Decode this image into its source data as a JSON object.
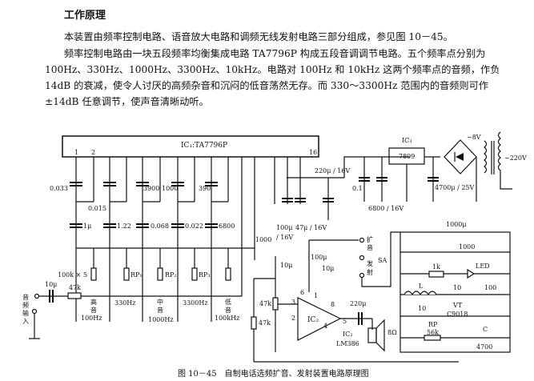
{
  "section_heading": "工作原理",
  "paragraphs": [
    "本装置由频率控制电路、语音放大电路和调频无线发射电路三部分组成，参见图 10－45。",
    "频率控制电路由一块五段频率均衡集成电路 TA7796P 构成五段音调调节电路。五个频率点分别为 100Hz、330Hz、1000Hz、3300Hz、10kHz。电路对 100Hz 和 10kHz 这两个频率点的音频，作负 14dB 的衰减，使令人讨厌的高频杂音和沉闷的低音荡然无存。而 330～3300Hz 范围内的音频则可作±14dB 任意调节，使声音清晰动听。"
  ],
  "diagram": {
    "ic1_label": "IC₁:TA7796P",
    "ic1_pin1": "1",
    "ic1_pin2": "2",
    "ic1_pin16": "16",
    "ic3_label": "IC₃",
    "regulator": "7809",
    "cap_values_top": [
      "0.033",
      "0.015",
      "3900",
      "1000",
      "390"
    ],
    "cap_values_bottom": [
      "1μ",
      "1.22",
      "0.068",
      "0.022",
      "6800"
    ],
    "res_bank": "100k × 5",
    "pots": [
      "RP₁",
      "RP₂",
      "RP₃"
    ],
    "freq_labels": {
      "high": [
        "高",
        "音",
        "100Hz"
      ],
      "f330": "330Hz",
      "mid": [
        "中",
        "音",
        "1000Hz"
      ],
      "f3300": "3300Hz",
      "low": [
        "低",
        "音",
        "100kHz"
      ]
    },
    "input_label": [
      "音",
      "频",
      "输",
      "入"
    ],
    "input_cap": "10μ",
    "input_res": "47k",
    "supply_caps": [
      "100μ",
      "47μ / 16V",
      "/ 16V",
      "220μ / 16V"
    ],
    "coupling_cap": "1000",
    "coupling_cap_unit": "μ",
    "cap_10u": "10μ",
    "cap_01": "0.1",
    "cap_6800": "6800 / 16V",
    "cap_4700": "4700μ / 25V",
    "xfmr_sec": "~8V",
    "xfmr_pri": "~220V",
    "ic2_label": "IC₂",
    "ic2_name": [
      "IC₂",
      "LM386"
    ],
    "ic2_pins": [
      "6",
      "1",
      "3",
      "8",
      "2",
      "4",
      "5"
    ],
    "ic2_caps": [
      "100μ",
      "10μ",
      "220μ"
    ],
    "pot_47k": "47k",
    "res_47k": "47k",
    "speaker": "8Ω",
    "switch": "SA",
    "switch_pos1": [
      "扩",
      "音"
    ],
    "switch_pos2": [
      "发",
      "射"
    ],
    "tx_caps": [
      "1000μ",
      "1000",
      "10",
      "100",
      "10",
      "C",
      "4700"
    ],
    "tx_res": "1k",
    "led": "LED",
    "inductor": "L",
    "transistor": [
      "VT",
      "C9018"
    ],
    "tx_pot": [
      "RP",
      "56k"
    ]
  },
  "caption": "图 10－45　自制电话选频扩音、发射装置电路原理图"
}
